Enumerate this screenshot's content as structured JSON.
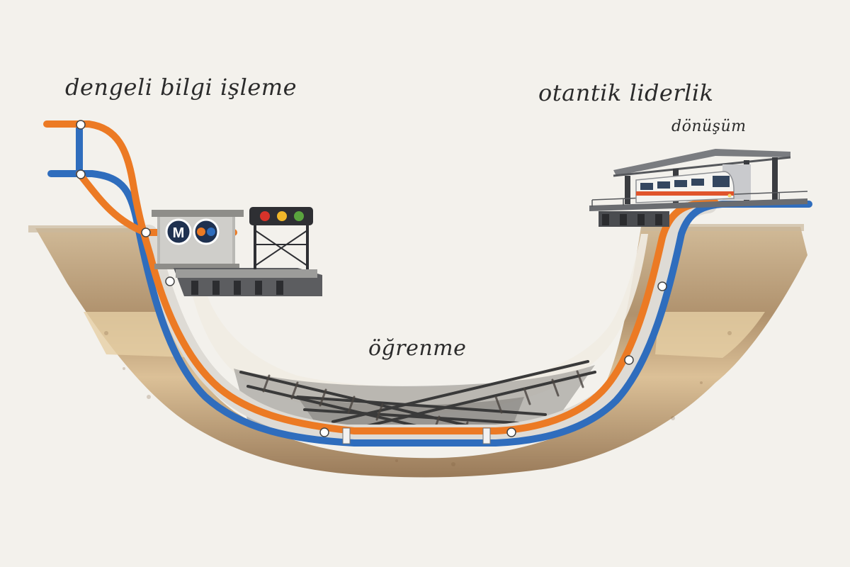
{
  "labels": {
    "balanced_processing": "dengeli bilgi işleme",
    "authentic_leadership": "otantik liderlik",
    "transformation": "dönüşüm",
    "learning": "öğrenme"
  },
  "station_sign": {
    "letter": "M"
  },
  "colors": {
    "orange_line": "#ec7a24",
    "blue_line": "#2f6dbd",
    "grey_track": "#d8d5cf",
    "soil_dark": "#9c7a55",
    "soil_light": "#d9b98c",
    "background": "#f3f1ec",
    "signal_red": "#d8332a",
    "signal_yellow": "#f0b72a",
    "signal_green": "#5aa43e"
  }
}
